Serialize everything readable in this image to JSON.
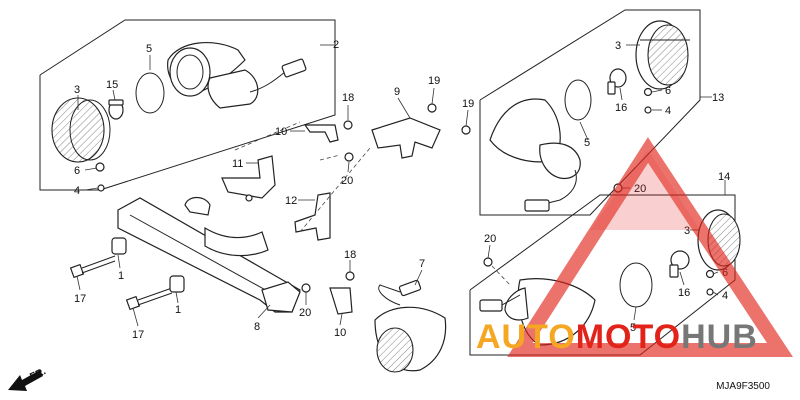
{
  "diagram": {
    "code": "MJA9F3500",
    "direction_label": "FR.",
    "callouts": {
      "c1a": "1",
      "c1b": "1",
      "c2": "2",
      "c3a": "3",
      "c3b": "3",
      "c3c": "3",
      "c4a": "4",
      "c4b": "4",
      "c4c": "4",
      "c5a": "5",
      "c5b": "5",
      "c5c": "5",
      "c6a": "6",
      "c6b": "6",
      "c6c": "6",
      "c7": "7",
      "c8": "8",
      "c9": "9",
      "c10a": "10",
      "c10b": "10",
      "c11": "11",
      "c12": "12",
      "c13": "13",
      "c14": "14",
      "c15": "15",
      "c16a": "16",
      "c16b": "16",
      "c17a": "17",
      "c17b": "17",
      "c18a": "18",
      "c18b": "18",
      "c19a": "19",
      "c19b": "19",
      "c20a": "20",
      "c20b": "20",
      "c20c": "20",
      "c20d": "20"
    }
  },
  "watermark": {
    "brand_part1": "AUTO",
    "brand_part2": "MOTO",
    "brand_part3": "HUB",
    "colors": {
      "red": "#e2231a",
      "orange": "#f5a623",
      "gray": "#777777"
    }
  }
}
